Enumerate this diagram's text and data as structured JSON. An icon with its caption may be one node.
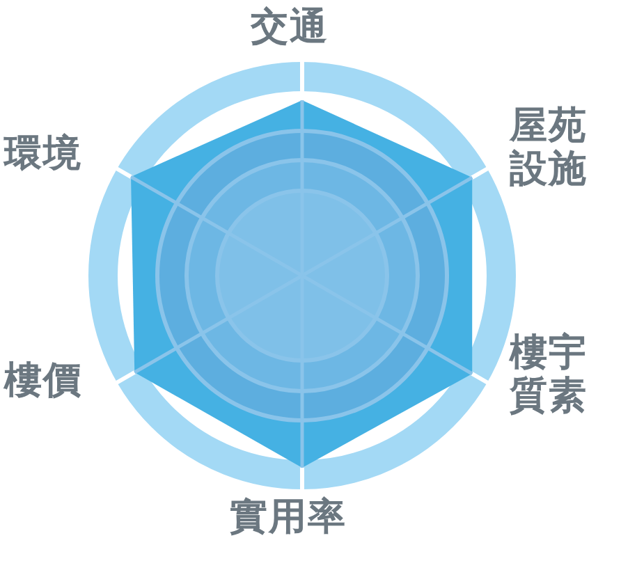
{
  "diagram": {
    "labels": [
      "交通",
      "屋苑設施",
      "環境",
      "樓宇質素",
      "樓價",
      "實用率"
    ]
  }
}
